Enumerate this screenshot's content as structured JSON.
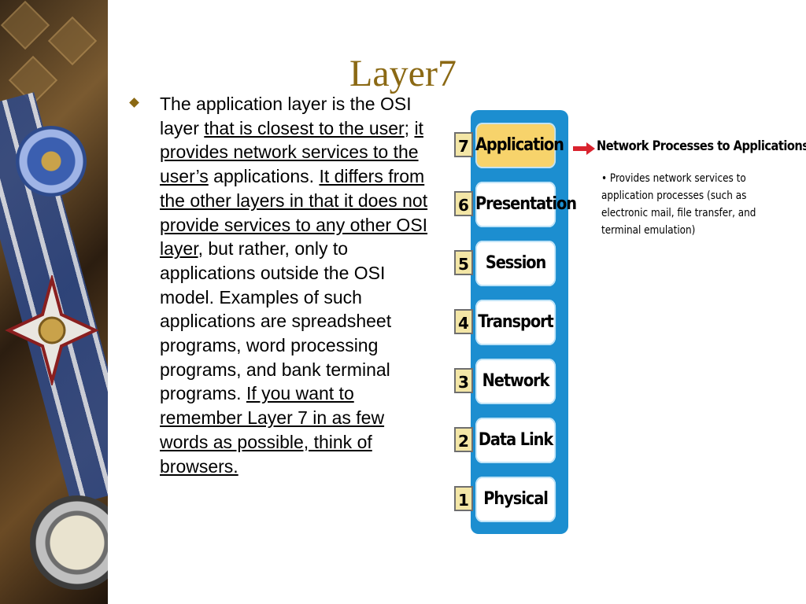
{
  "slide": {
    "title": "Layer7"
  },
  "content": {
    "segments": [
      {
        "text": "The application layer is the OSI layer ",
        "underline": false
      },
      {
        "text": "that is closest to the user",
        "underline": true
      },
      {
        "text": "; ",
        "underline": false
      },
      {
        "text": "it provides network services to the user’s",
        "underline": true
      },
      {
        "text": " applications. ",
        "underline": false
      },
      {
        "text": "It differs from the other layers in that it does not provide services to any other OSI layer",
        "underline": true
      },
      {
        "text": ", but rather, only to applications outside the OSI model. Examples of such applications are spreadsheet programs, word processing programs, and bank terminal programs. ",
        "underline": false
      },
      {
        "text": "If you want to remember Layer 7 in as few words as possible, think of browsers.",
        "underline": true
      }
    ]
  },
  "diagram": {
    "layers": [
      {
        "number": "7",
        "name": "Application",
        "active": true
      },
      {
        "number": "6",
        "name": "Presentation",
        "active": false
      },
      {
        "number": "5",
        "name": "Session",
        "active": false
      },
      {
        "number": "4",
        "name": "Transport",
        "active": false
      },
      {
        "number": "3",
        "name": "Network",
        "active": false
      },
      {
        "number": "2",
        "name": "Data Link",
        "active": false
      },
      {
        "number": "1",
        "name": "Physical",
        "active": false
      }
    ],
    "callout": {
      "title": "Network Processes to Applications",
      "description": "• Provides network services to application processes (such as electronic mail, file transfer, and terminal emulation)"
    }
  },
  "colors": {
    "title": "#8b6914",
    "active_layer": "#f7d36b",
    "stack_border": "#1c8ed0",
    "arrow": "#d9232e"
  }
}
